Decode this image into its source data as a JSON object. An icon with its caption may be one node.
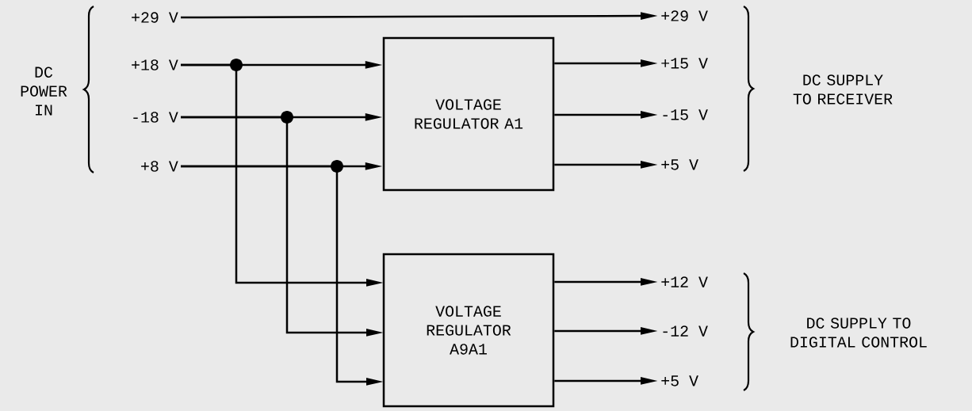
{
  "diagram": {
    "nodes": [
      {
        "text": [
          "+29 V"
        ]
      },
      {
        "text": [
          "+18 V"
        ]
      },
      {
        "text": [
          "-18 V"
        ]
      },
      {
        "text": [
          "+8 V"
        ]
      },
      {
        "text": [
          "VOLTAGE REGULATOR A1"
        ]
      },
      {
        "text": [
          "+29 V"
        ]
      },
      {
        "text": [
          "+15 V"
        ]
      },
      {
        "text": [
          "-15 V"
        ]
      },
      {
        "text": [
          "+5 V"
        ]
      },
      {
        "text": [
          "VOLTAGE REGULATOR A9A1"
        ]
      },
      {
        "text": [
          "+12 V"
        ]
      },
      {
        "text": [
          "-12 V"
        ]
      },
      {
        "text": [
          "+5 V"
        ]
      }
    ],
    "edges": [
      {
        "from": 0,
        "to": 5,
        "arrow": "to"
      },
      {
        "from": 1,
        "to": 4,
        "arrow": "to"
      },
      {
        "from": 2,
        "to": 4,
        "arrow": "to"
      },
      {
        "from": 3,
        "to": 4,
        "arrow": "to"
      },
      {
        "from": 1,
        "to": 9,
        "arrow": "to"
      },
      {
        "from": 2,
        "to": 9,
        "arrow": "to"
      },
      {
        "from": 3,
        "to": 9,
        "arrow": "to"
      },
      {
        "from": 4,
        "to": 6,
        "arrow": "to"
      },
      {
        "from": 4,
        "to": 7,
        "arrow": "to"
      },
      {
        "from": 4,
        "to": 8,
        "arrow": "to"
      },
      {
        "from": 9,
        "to": 10,
        "arrow": "to"
      },
      {
        "from": 9,
        "to": 11,
        "arrow": "to"
      },
      {
        "from": 9,
        "to": 12,
        "arrow": "to"
      }
    ],
    "labels": [
      "DC POWER IN",
      "DC SUPPLY TO RECEIVER",
      "DC SUPPLY TO DIGITAL CONTROL"
    ]
  }
}
